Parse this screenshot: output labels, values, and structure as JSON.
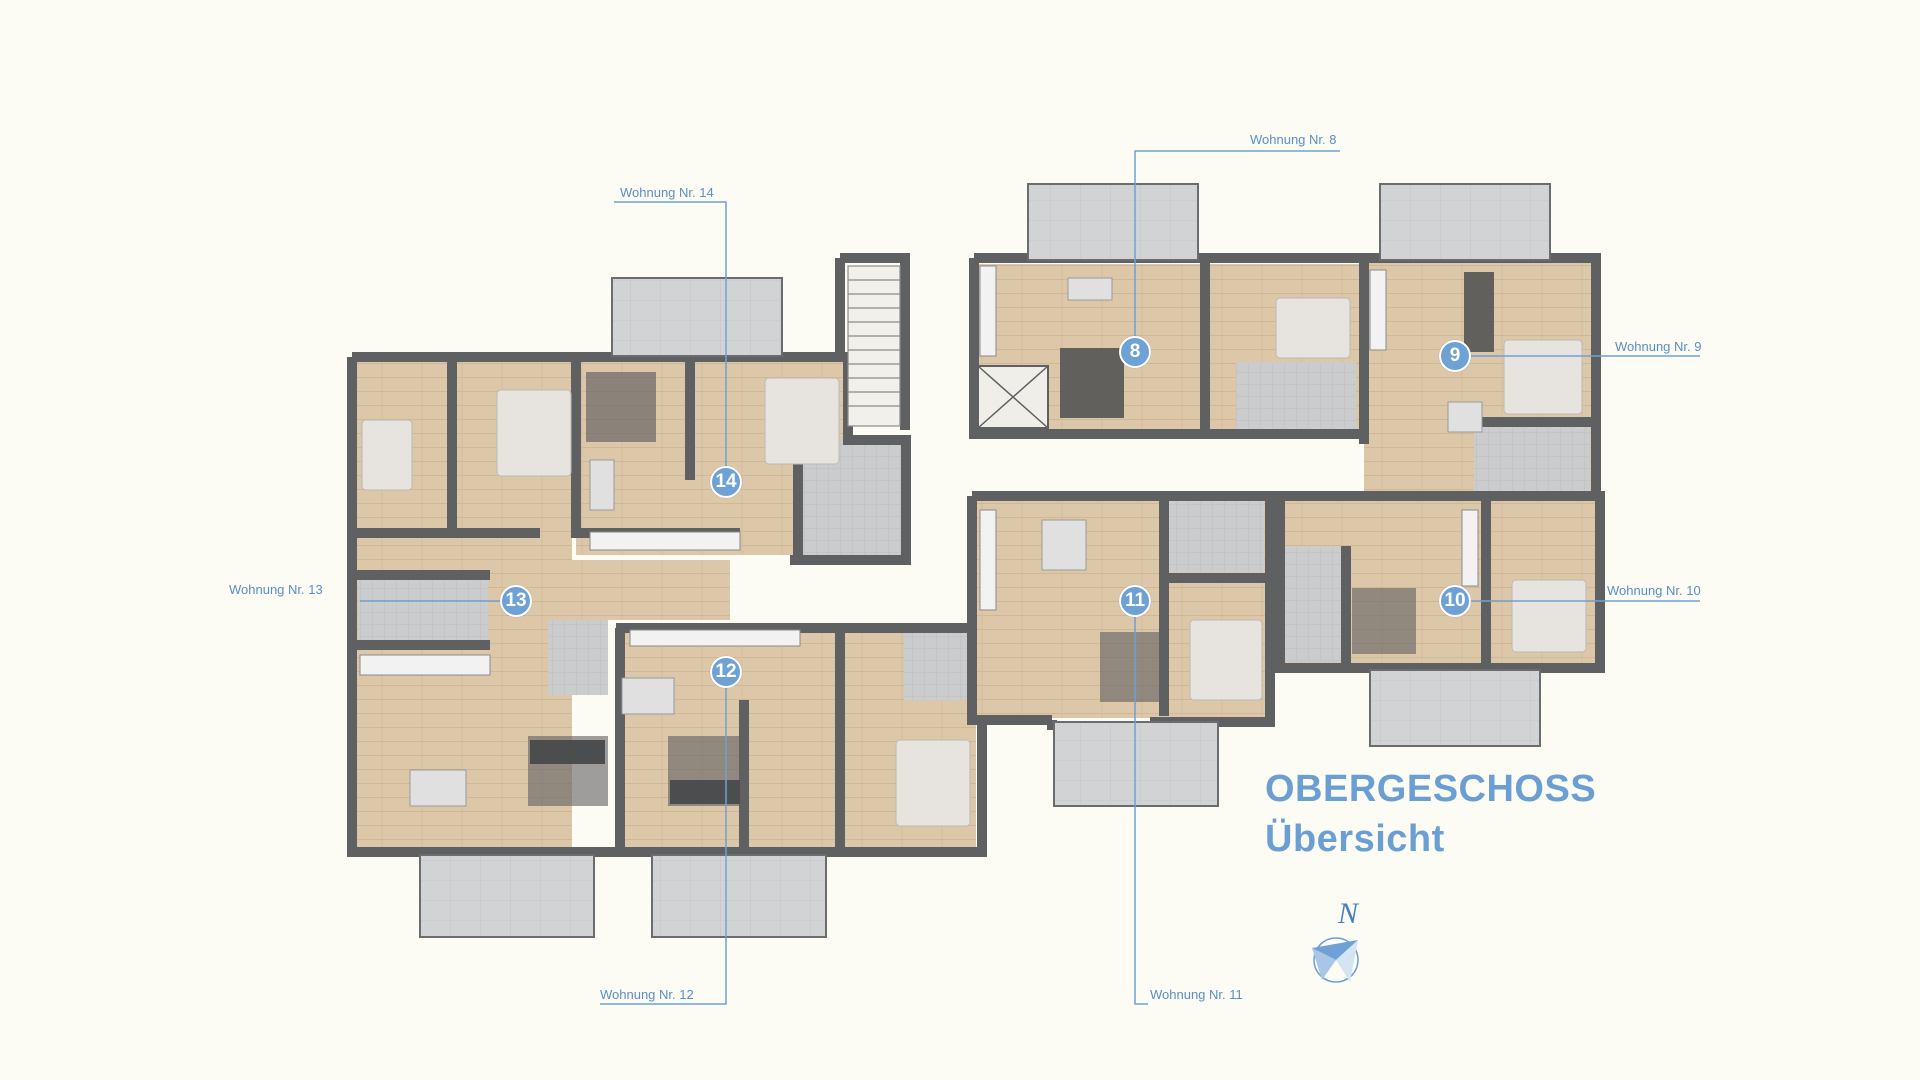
{
  "title": {
    "line1": "OBERGESCHOSS",
    "line2": "Übersicht"
  },
  "north_label": "N",
  "colors": {
    "accent": "#6ea1d4",
    "wall": "#5f6062",
    "floor": "#dcc7a8",
    "tile": "#c9cacb",
    "background": "#fcfbf4"
  },
  "units": [
    {
      "number": "8",
      "label": "Wohnung Nr. 8"
    },
    {
      "number": "9",
      "label": "Wohnung Nr. 9"
    },
    {
      "number": "10",
      "label": "Wohnung Nr. 10"
    },
    {
      "number": "11",
      "label": "Wohnung Nr. 11"
    },
    {
      "number": "12",
      "label": "Wohnung Nr. 12"
    },
    {
      "number": "13",
      "label": "Wohnung Nr. 13"
    },
    {
      "number": "14",
      "label": "Wohnung Nr. 14"
    }
  ]
}
